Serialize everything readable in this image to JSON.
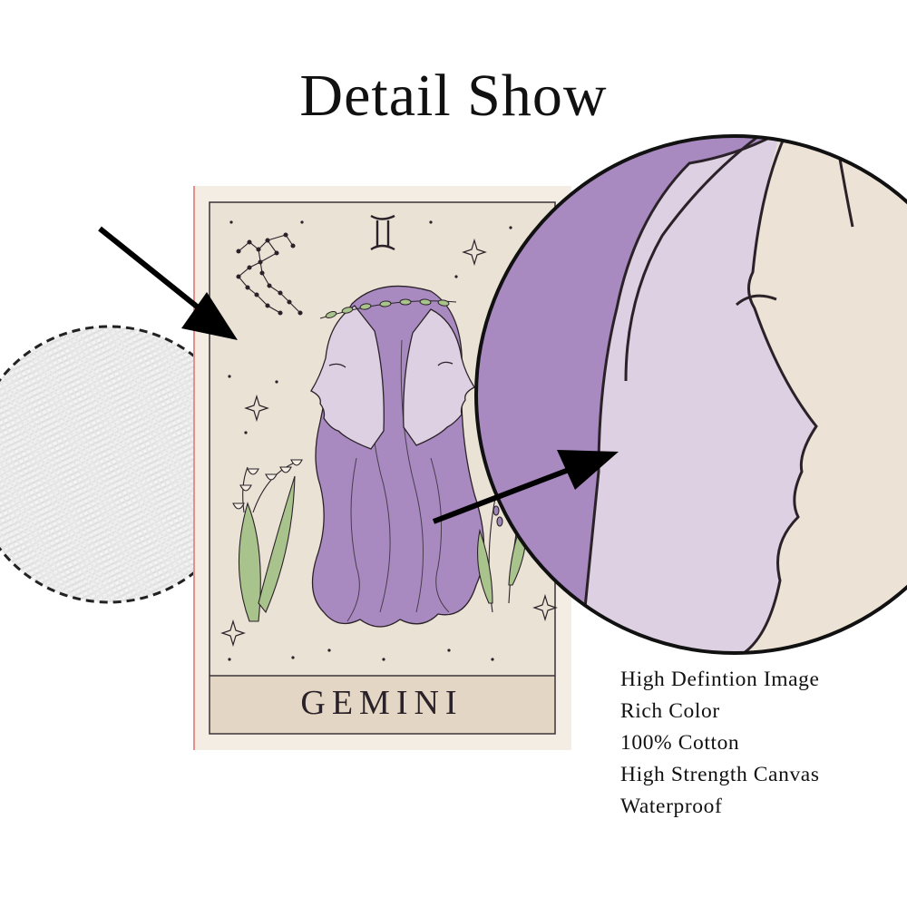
{
  "header": {
    "title": "Detail Show"
  },
  "poster": {
    "card_title": "GEMINI",
    "zodiac_symbol": "♊"
  },
  "features": [
    "High Defintion Image",
    "Rich Color",
    "100% Cotton",
    "High Strength Canvas",
    "Waterproof"
  ],
  "colors": {
    "card_bg": "#ebe2d6",
    "frame": "#f3ede3",
    "hair": "#a88ac0",
    "skin": "#ddd0e2",
    "leaf": "#a9c38c",
    "ink": "#2a2228"
  },
  "icons": [
    "arrow-icon",
    "moon-icon",
    "star-icon",
    "constellation-icon",
    "laurel-icon",
    "lily-icon",
    "lavender-icon"
  ]
}
